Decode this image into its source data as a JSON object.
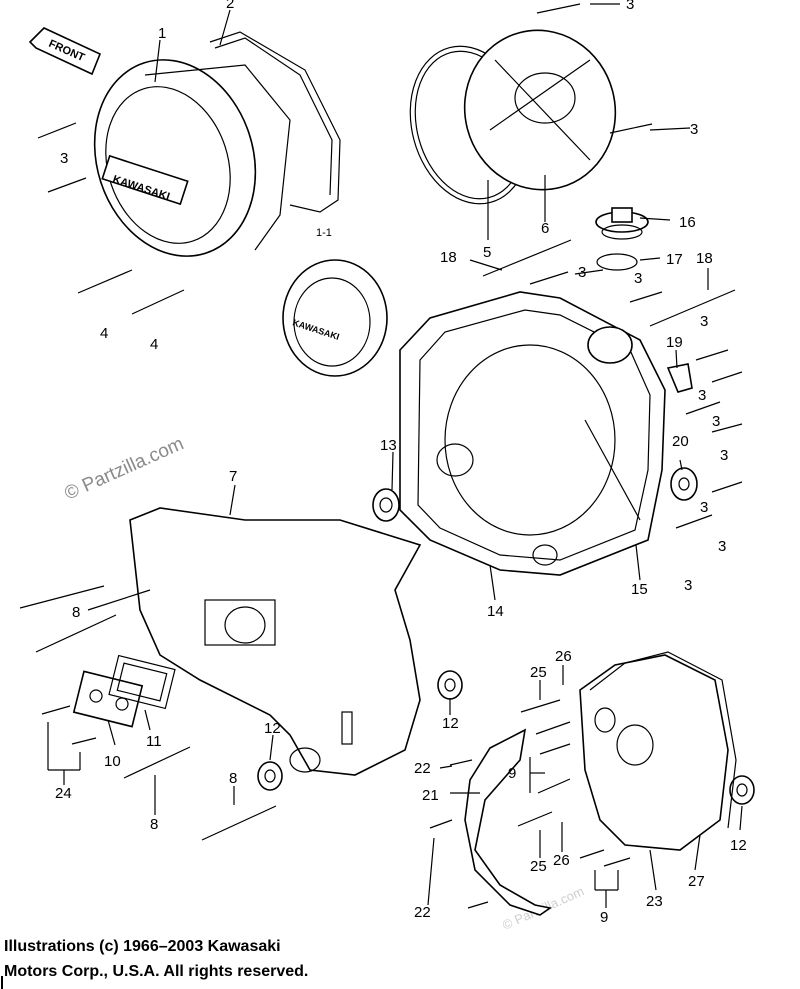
{
  "callouts": [
    "1",
    "1-1",
    "2",
    "3",
    "3",
    "3",
    "3",
    "3",
    "3",
    "3",
    "3",
    "3",
    "3",
    "3",
    "3",
    "4",
    "4",
    "5",
    "6",
    "7",
    "8",
    "8",
    "8",
    "9",
    "9",
    "10",
    "11",
    "12",
    "12",
    "12",
    "13",
    "14",
    "15",
    "16",
    "17",
    "18",
    "18",
    "19",
    "20",
    "21",
    "22",
    "22",
    "23",
    "24",
    "25",
    "25",
    "26",
    "26",
    "27"
  ],
  "front_tag": "FRONT",
  "cover_badge_1": "KAWASAKI",
  "cover_badge_2": "KAWASAKI",
  "watermarks": [
    "© Partzilla.com",
    "© Partzilla.com"
  ],
  "copyright": {
    "line1": "Illustrations (c) 1966–2003 Kawasaki",
    "line2": "Motors Corp., U.S.A.  All rights reserved."
  }
}
